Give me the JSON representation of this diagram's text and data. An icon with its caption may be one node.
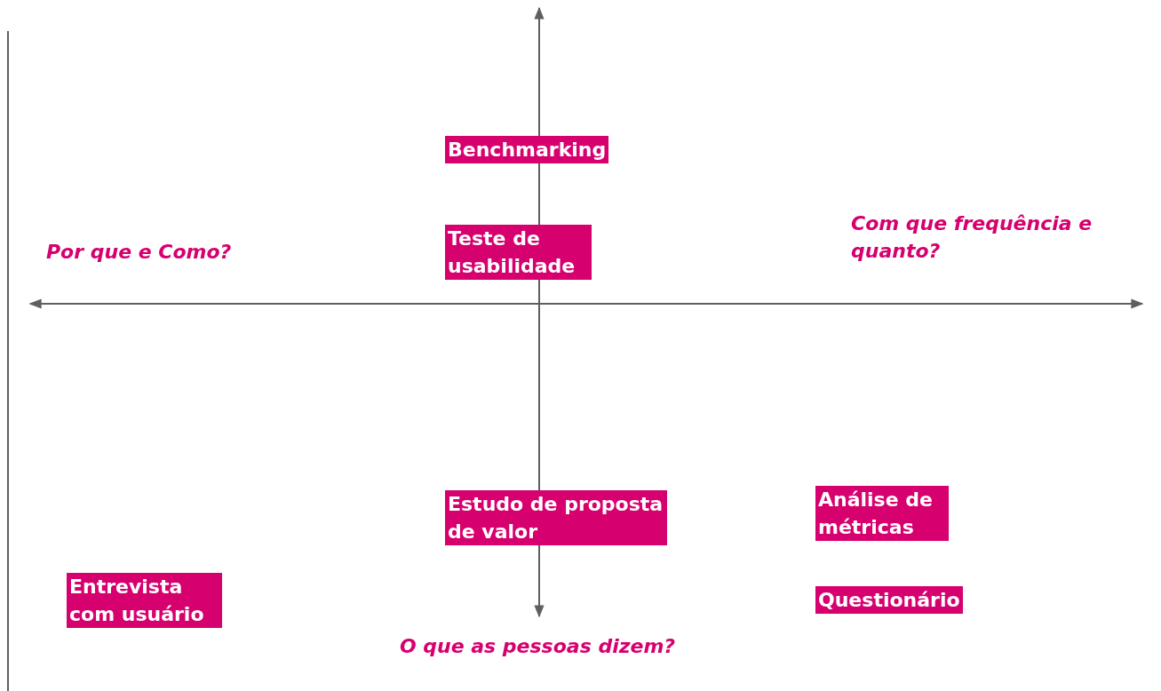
{
  "diagram": {
    "nodes": [
      {
        "text": [
          "Benchmarking"
        ]
      },
      {
        "text": [
          "Teste de usabilidade"
        ]
      },
      {
        "text": [
          "Estudo de proposta de valor"
        ]
      },
      {
        "text": [
          "Análise de métricas"
        ]
      },
      {
        "text": [
          "Entrevista com usuário"
        ]
      },
      {
        "text": [
          "Questionário"
        ]
      }
    ],
    "edges": [],
    "labels": [
      "Por que e Como?",
      "Com que frequência e quanto?",
      "O que as pessoas dizem?"
    ]
  }
}
